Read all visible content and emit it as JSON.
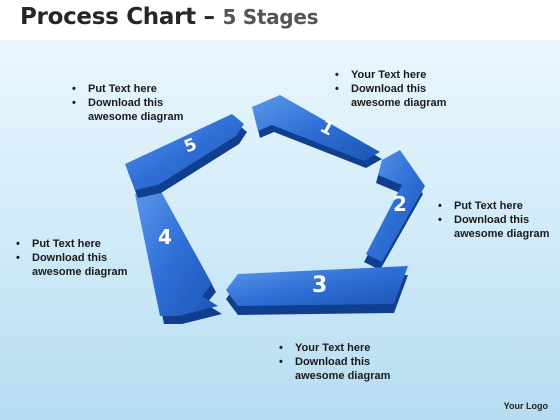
{
  "title": {
    "main": "Process Chart –",
    "sub": "5 Stages"
  },
  "stages": [
    {
      "number": "1"
    },
    {
      "number": "2"
    },
    {
      "number": "3"
    },
    {
      "number": "4"
    },
    {
      "number": "5"
    }
  ],
  "notes": {
    "stage1": {
      "line1": "Your Text here",
      "line2a": "Download this",
      "line2b": "awesome diagram"
    },
    "stage2": {
      "line1": "Put Text here",
      "line2a": "Download this",
      "line2b": "awesome diagram"
    },
    "stage3": {
      "line1": "Your Text here",
      "line2a": "Download this",
      "line2b": "awesome diagram"
    },
    "stage4": {
      "line1": "Put Text here",
      "line2a": "Download this",
      "line2b": "awesome diagram"
    },
    "stage5": {
      "line1": "Put Text here",
      "line2a": "Download this",
      "line2b": "awesome diagram"
    }
  },
  "logo": "Your Logo",
  "colors": {
    "segment_top": "#2f6fd6",
    "segment_side": "#0f3f8e",
    "segment_highlight": "#5d98ea",
    "background_top": "#eaf6fd",
    "background_bottom": "#b6dcf1"
  }
}
